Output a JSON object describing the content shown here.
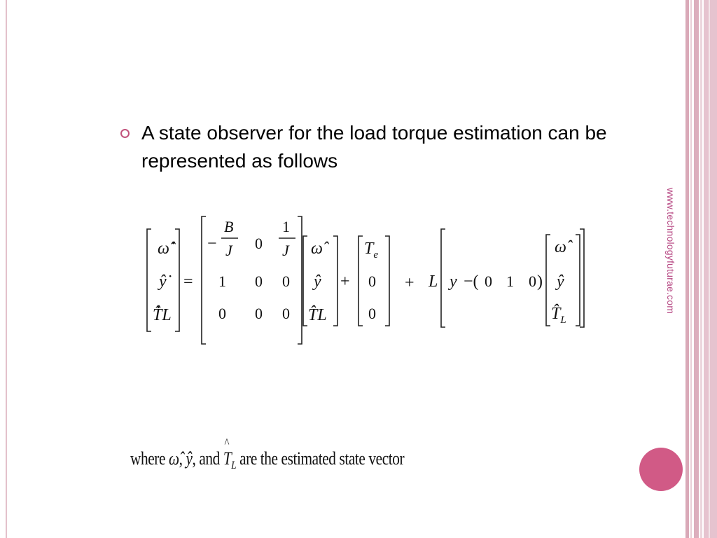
{
  "bullet": {
    "text": "A state observer for the load torque estimation can be represented as follows"
  },
  "sidebar": {
    "url": "www.technologyfuturae.com"
  },
  "equation": {
    "lhs": [
      "ω̂̇",
      "ŷ̇",
      "T̂̇L"
    ],
    "matrix": [
      [
        "-B/J",
        "0",
        "1/J"
      ],
      [
        "1",
        "0",
        "0"
      ],
      [
        "0",
        "0",
        "0"
      ]
    ],
    "state": [
      "ω̂",
      "ŷ",
      "T̂L"
    ],
    "input": [
      "Te",
      "0",
      "0"
    ],
    "gain": "L",
    "output_row": [
      "0",
      "1",
      "0"
    ],
    "measured": "y"
  },
  "caption": {
    "prefix": "where",
    "mid1": ",",
    "mid2": ", and",
    "suffix": "are the estimated state vector"
  },
  "colors": {
    "accent": "#d15a86",
    "bullet": "#c2537c",
    "url": "#b84c86",
    "stripes": "#e3c1cb"
  }
}
